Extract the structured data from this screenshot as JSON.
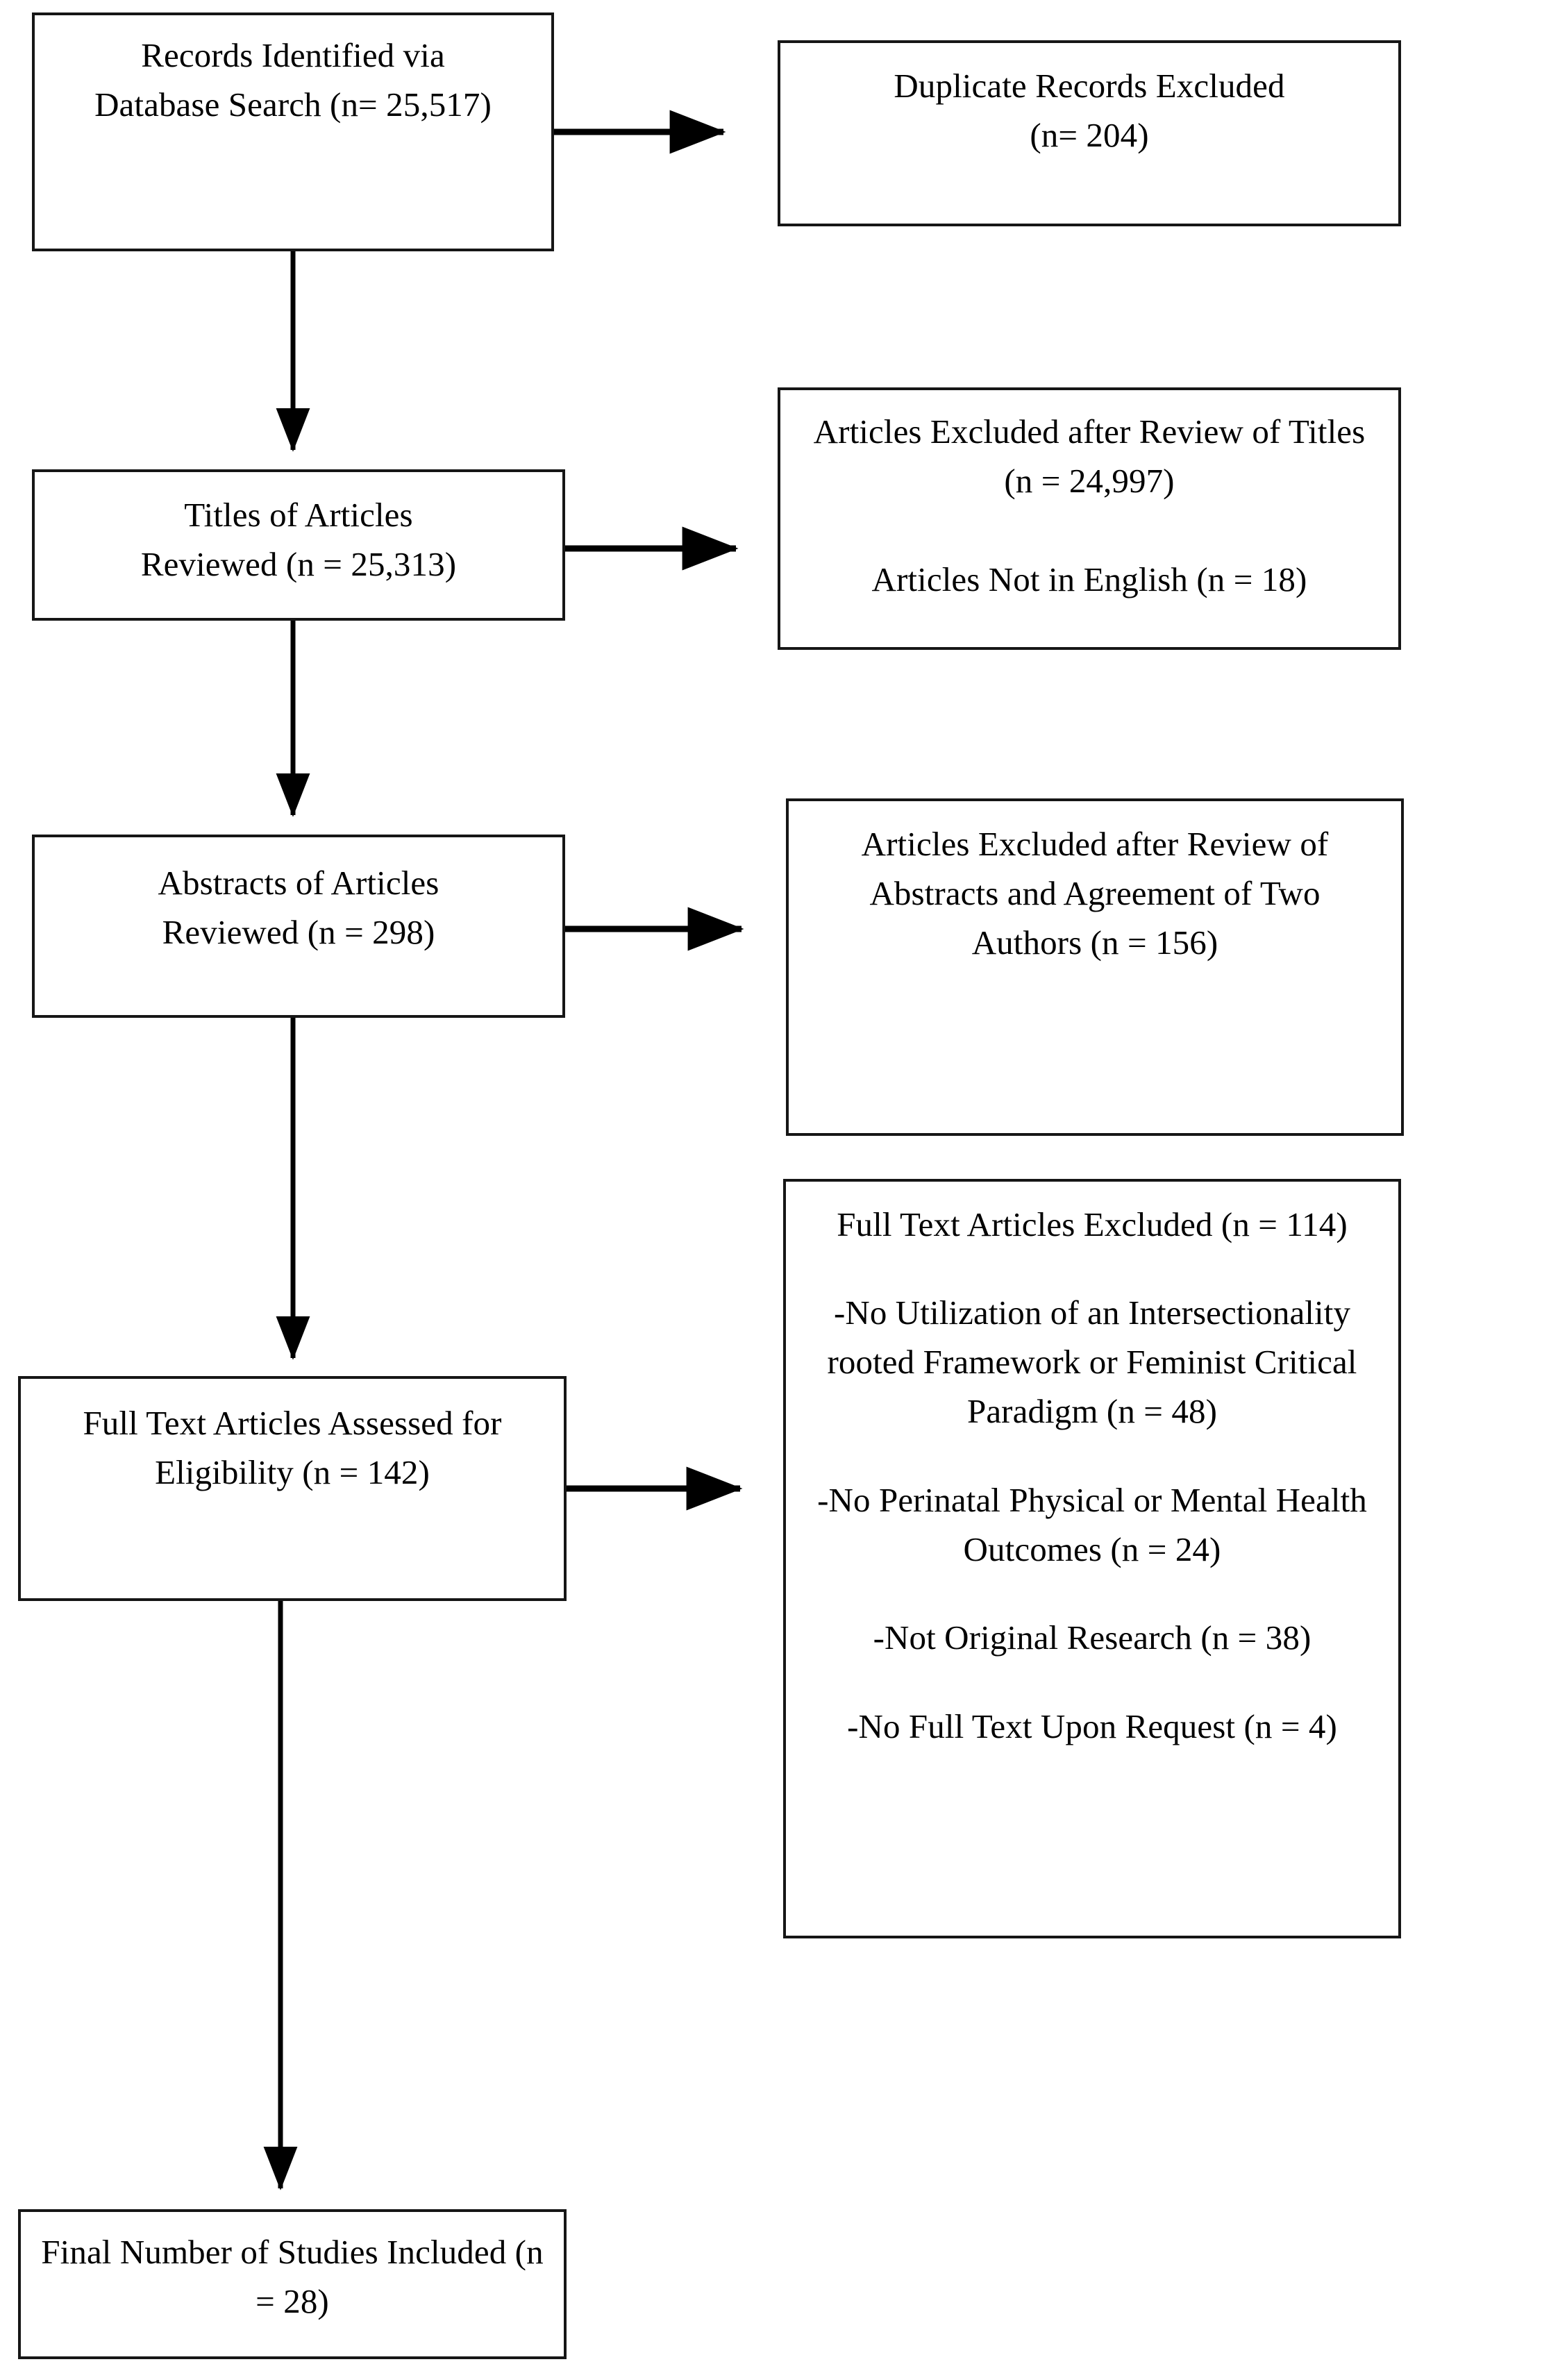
{
  "diagram": {
    "type": "prisma-flow-diagram",
    "colors": {
      "border": "#161616",
      "background": "#ffffff",
      "text": "#000000",
      "connector": "#000000"
    },
    "nodes": {
      "records_identified": {
        "lines": [
          "Records Identified via",
          "Database Search (n= 25,517)"
        ]
      },
      "duplicates_excluded": {
        "lines": [
          "Duplicate Records Excluded",
          "(n= 204)"
        ]
      },
      "titles_reviewed": {
        "lines": [
          "Titles of Articles",
          "Reviewed (n = 25,313)"
        ]
      },
      "titles_excluded": {
        "paragraphs": [
          "Articles Excluded after Review of Titles (n = 24,997)",
          "Articles Not in English (n = 18)"
        ]
      },
      "abstracts_reviewed": {
        "lines": [
          "Abstracts of Articles",
          "Reviewed (n = 298)"
        ]
      },
      "abstracts_excluded": {
        "lines": [
          "Articles Excluded after Review of Abstracts and Agreement of Two Authors (n = 156)"
        ]
      },
      "fulltext_assessed": {
        "lines": [
          "Full Text Articles Assessed for Eligibility (n = 142)"
        ]
      },
      "fulltext_excluded": {
        "heading": "Full Text Articles Excluded (n = 114)",
        "reasons": [
          "-No Utilization of an Intersectionality rooted Framework or Feminist Critical Paradigm (n = 48)",
          "-No Perinatal Physical or Mental Health Outcomes (n = 24)",
          "-Not Original Research (n = 38)",
          "-No Full Text Upon Request (n = 4)"
        ]
      },
      "final_included": {
        "lines": [
          "Final Number of Studies Included (n = 28)"
        ]
      }
    },
    "connectors": [
      {
        "name": "records-to-duplicates",
        "direction": "right"
      },
      {
        "name": "records-to-titles",
        "direction": "down"
      },
      {
        "name": "titles-to-titles-excluded",
        "direction": "right"
      },
      {
        "name": "titles-to-abstracts",
        "direction": "down"
      },
      {
        "name": "abstracts-to-abstracts-excluded",
        "direction": "right"
      },
      {
        "name": "abstracts-to-fulltext",
        "direction": "down"
      },
      {
        "name": "fulltext-to-fulltext-excluded",
        "direction": "right"
      },
      {
        "name": "fulltext-to-final",
        "direction": "down"
      }
    ]
  },
  "chart_data": {
    "type": "diagram",
    "title": "PRISMA Study Selection Flow Diagram",
    "stages": [
      {
        "label": "Records Identified via Database Search",
        "n": 25517
      },
      {
        "label": "Duplicate Records Excluded",
        "n": 204
      },
      {
        "label": "Titles of Articles Reviewed",
        "n": 25313
      },
      {
        "label": "Articles Excluded after Review of Titles",
        "n": 24997
      },
      {
        "label": "Articles Not in English",
        "n": 18
      },
      {
        "label": "Abstracts of Articles Reviewed",
        "n": 298
      },
      {
        "label": "Articles Excluded after Review of Abstracts and Agreement of Two Authors",
        "n": 156
      },
      {
        "label": "Full Text Articles Assessed for Eligibility",
        "n": 142
      },
      {
        "label": "Full Text Articles Excluded",
        "n": 114
      },
      {
        "label": "No Utilization of an Intersectionality rooted Framework or Feminist Critical Paradigm",
        "n": 48
      },
      {
        "label": "No Perinatal Physical or Mental Health Outcomes",
        "n": 24
      },
      {
        "label": "Not Original Research",
        "n": 38
      },
      {
        "label": "No Full Text Upon Request",
        "n": 4
      },
      {
        "label": "Final Number of Studies Included",
        "n": 28
      }
    ]
  }
}
